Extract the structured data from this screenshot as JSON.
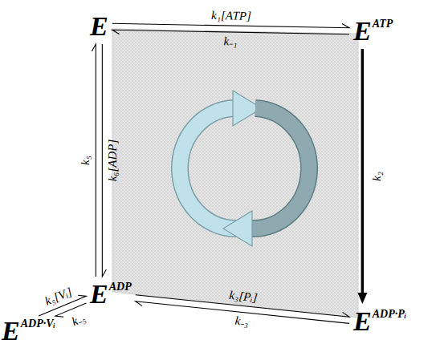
{
  "diagram": {
    "nodes": [
      {
        "text": [
          "E"
        ]
      },
      {
        "text": [
          "E",
          "ATP"
        ]
      },
      {
        "text": [
          "E",
          "ADP·Pᵢ"
        ]
      },
      {
        "text": [
          "E",
          "ADP"
        ]
      },
      {
        "text": [
          "E",
          "ADP·Vᵢ"
        ]
      }
    ],
    "edges": [
      {
        "from": 0,
        "to": 1,
        "arrow": "to",
        "label": "k₁[ATP]"
      },
      {
        "from": 1,
        "to": 0,
        "arrow": "to",
        "label": "k₋₁"
      },
      {
        "from": 1,
        "to": 2,
        "arrow": "to",
        "label": "k₂"
      },
      {
        "from": 3,
        "to": 2,
        "arrow": "to",
        "label": "k₃[Pᵢ]"
      },
      {
        "from": 2,
        "to": 3,
        "arrow": "to",
        "label": "k₋₃"
      },
      {
        "from": 3,
        "to": 0,
        "arrow": "to",
        "label": "k₅"
      },
      {
        "from": 0,
        "to": 3,
        "arrow": "to",
        "label": "k₆[ADP]"
      },
      {
        "from": 4,
        "to": 3,
        "arrow": "to",
        "label": "k₅[Vᵢ]"
      },
      {
        "from": 3,
        "to": 4,
        "arrow": "to",
        "label": "k₋₅"
      }
    ]
  }
}
